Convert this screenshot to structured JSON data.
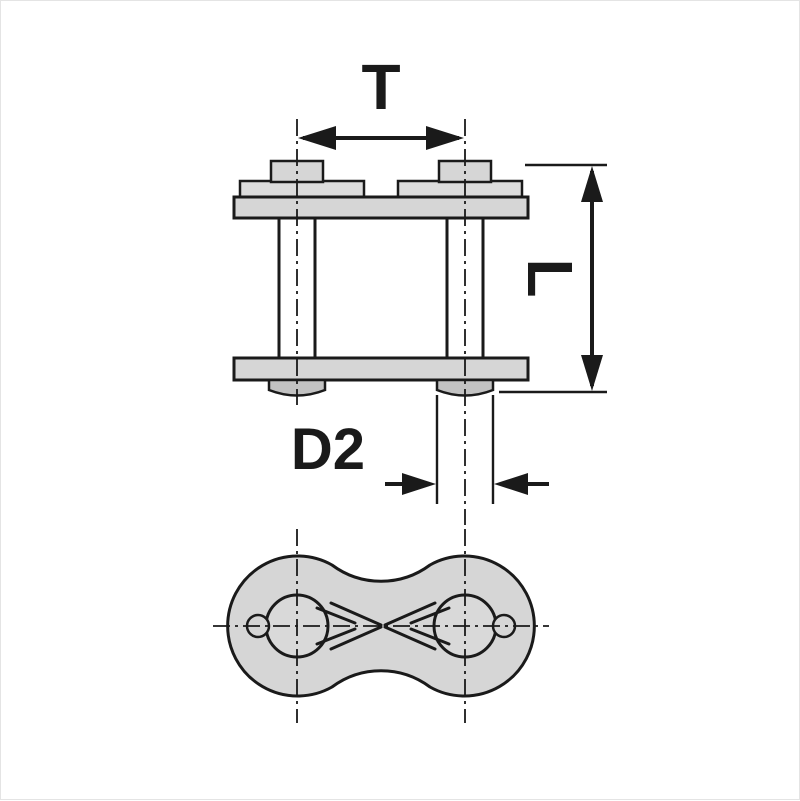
{
  "diagram": {
    "labels": {
      "t": "T",
      "l": "L",
      "d2": "D2"
    },
    "colors": {
      "line": "#1a1a1a",
      "plate_fill": "#d6d6d6",
      "clip_fill": "#dcdcdc",
      "stub_fill": "#c2c2c2",
      "pin_fill": "#ffffff",
      "hole_fill": "#d9d9d9",
      "background": "#ffffff"
    }
  }
}
